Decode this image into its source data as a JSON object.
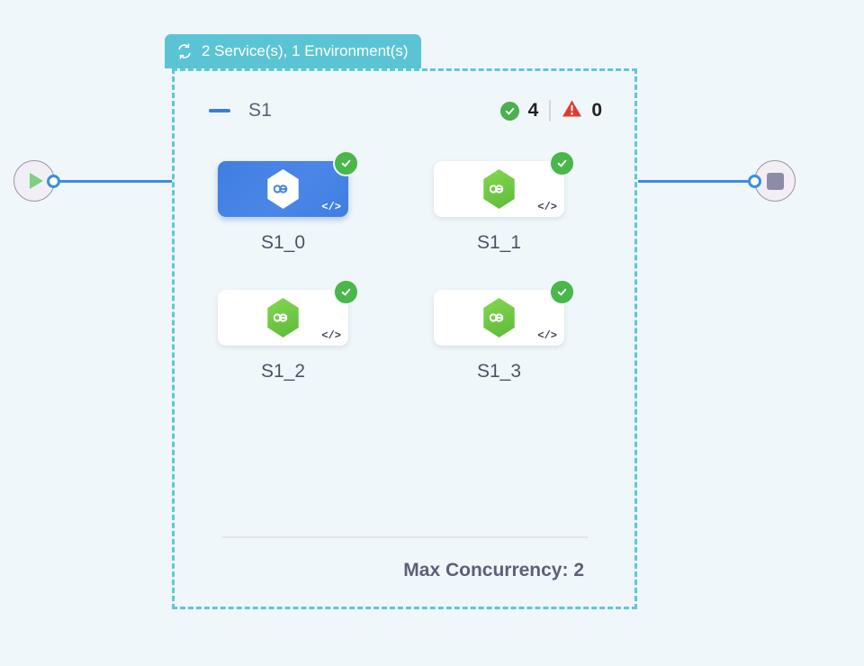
{
  "canvas": {
    "background_color": "#f0f7fb"
  },
  "start_node": {
    "icon": "play-icon",
    "port": "output-port"
  },
  "end_node": {
    "icon": "stop-icon",
    "port": "input-port"
  },
  "group": {
    "header": {
      "icon": "sync-loop-icon",
      "title": "2 Service(s), 1 Environment(s)",
      "background_color": "#5bc4d4"
    },
    "border_color": "#5ec8d6",
    "collapse_toggle": "collapse-icon",
    "name": "S1",
    "status": {
      "success_icon": "check-circle-icon",
      "success_count": "4",
      "warning_icon": "warning-triangle-icon",
      "warning_count": "0",
      "success_color": "#4caf50",
      "warning_color": "#e23b2e"
    },
    "nodes": [
      {
        "label": "S1_0",
        "selected": true,
        "status": "ok",
        "badge_icon": "check-circle-icon",
        "code_icon": "code-icon",
        "glyph": "infinity-hexagon-icon"
      },
      {
        "label": "S1_1",
        "selected": false,
        "status": "ok",
        "badge_icon": "check-circle-icon",
        "code_icon": "code-icon",
        "glyph": "infinity-hexagon-icon"
      },
      {
        "label": "S1_2",
        "selected": false,
        "status": "ok",
        "badge_icon": "check-circle-icon",
        "code_icon": "code-icon",
        "glyph": "infinity-hexagon-icon"
      },
      {
        "label": "S1_3",
        "selected": false,
        "status": "ok",
        "badge_icon": "check-circle-icon",
        "code_icon": "code-icon",
        "glyph": "infinity-hexagon-icon"
      }
    ],
    "footer": {
      "concurrency_label": "Max Concurrency: 2"
    }
  }
}
